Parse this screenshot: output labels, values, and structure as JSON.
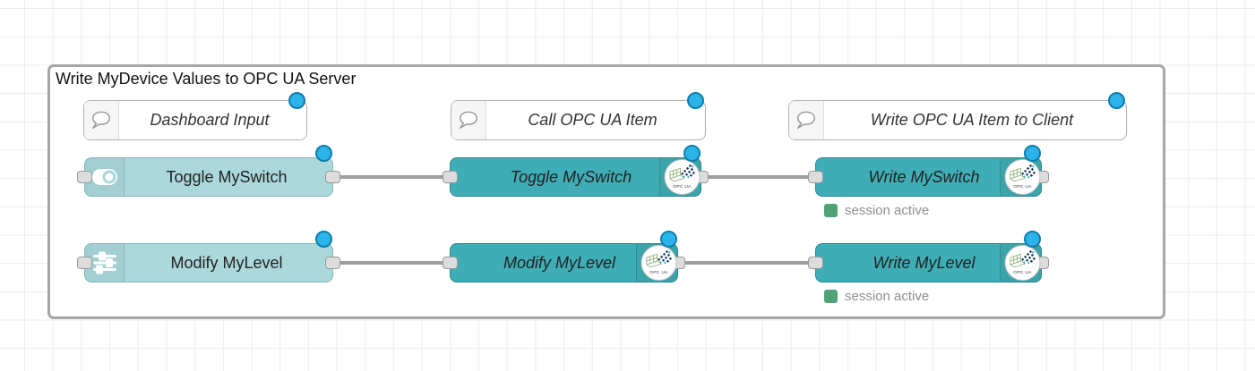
{
  "group": {
    "title": "Write MyDevice Values to OPC UA Server"
  },
  "comments": [
    {
      "label": "Dashboard Input"
    },
    {
      "label": "Call OPC UA Item"
    },
    {
      "label": "Write OPC UA Item to Client"
    }
  ],
  "nodes": {
    "toggle_ui": {
      "label": "Toggle MySwitch",
      "icon": "toggle-switch-icon"
    },
    "toggle_opc": {
      "label": "Toggle MySwitch",
      "badge_label": "OPC UA",
      "icon": "opcua-logo-icon"
    },
    "write_switch": {
      "label": "Write MySwitch",
      "badge_label": "OPC UA",
      "icon": "opcua-logo-icon",
      "status": "session active"
    },
    "level_ui": {
      "label": "Modify MyLevel",
      "icon": "sliders-icon"
    },
    "level_opc": {
      "label": "Modify MyLevel",
      "badge_label": "OPC UA",
      "icon": "opcua-logo-icon"
    },
    "write_level": {
      "label": "Write MyLevel",
      "badge_label": "OPC UA",
      "icon": "opcua-logo-icon",
      "status": "session active"
    }
  },
  "colors": {
    "node-light": "#abd8db",
    "node-light-border": "#85b6ba",
    "node-dark": "#3fadb5",
    "node-dark-border": "#2d858d",
    "changed-fill": "#2bb3ea",
    "changed-stroke": "#0e7daa",
    "status-green": "#4fa377",
    "wire": "#9e9e9e"
  }
}
